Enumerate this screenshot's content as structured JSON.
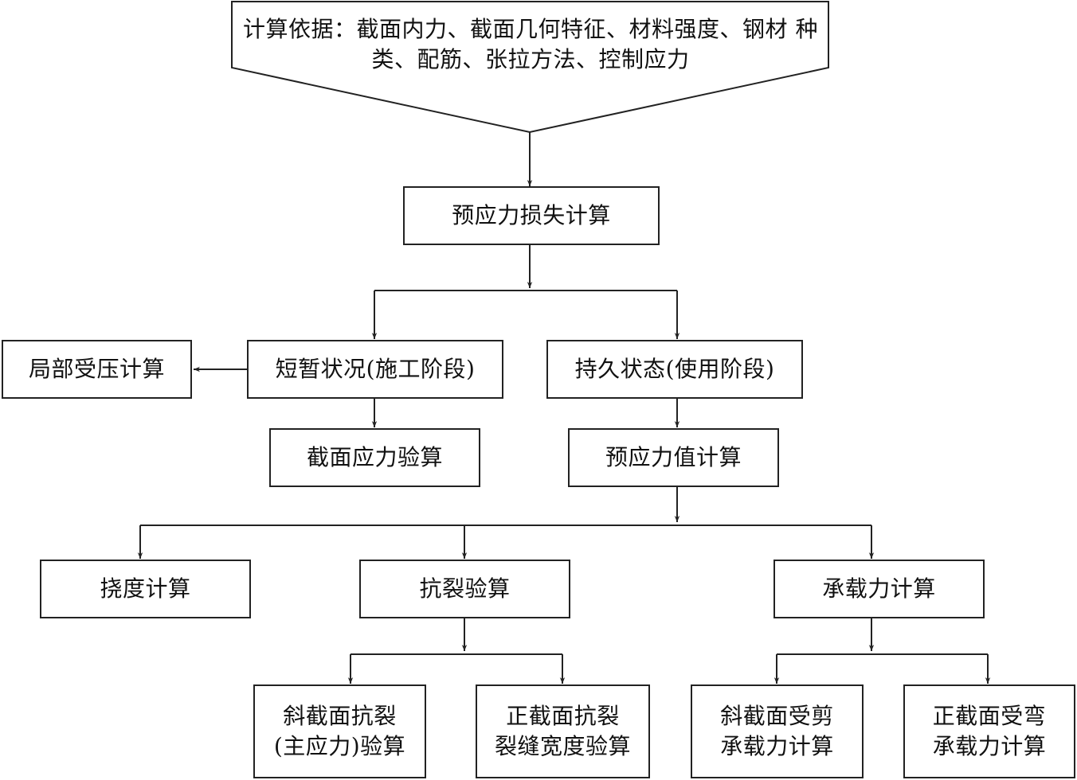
{
  "diagram": {
    "banner": {
      "line1": "计算依据：截面内力、截面几何特征、材料强度、钢材",
      "line2": "种类、配筋、张拉方法、控制应力"
    },
    "nodes": {
      "prestress_loss": "预应力损失计算",
      "transient": "短暂状况(施工阶段)",
      "persistent": "持久状态(使用阶段)",
      "local_compression": "局部受压计算",
      "section_stress": "截面应力验算",
      "prestress_value": "预应力值计算",
      "deflection": "挠度计算",
      "crack_check": "抗裂验算",
      "bearing": "承载力计算",
      "inclined_crack": {
        "line1": "斜截面抗裂",
        "line2": "(主应力)验算"
      },
      "normal_crack": {
        "line1": "正截面抗裂",
        "line2": "裂缝宽度验算"
      },
      "inclined_shear": {
        "line1": "斜截面受剪",
        "line2": "承载力计算"
      },
      "normal_bending": {
        "line1": "正截面受弯",
        "line2": "承载力计算"
      }
    }
  }
}
